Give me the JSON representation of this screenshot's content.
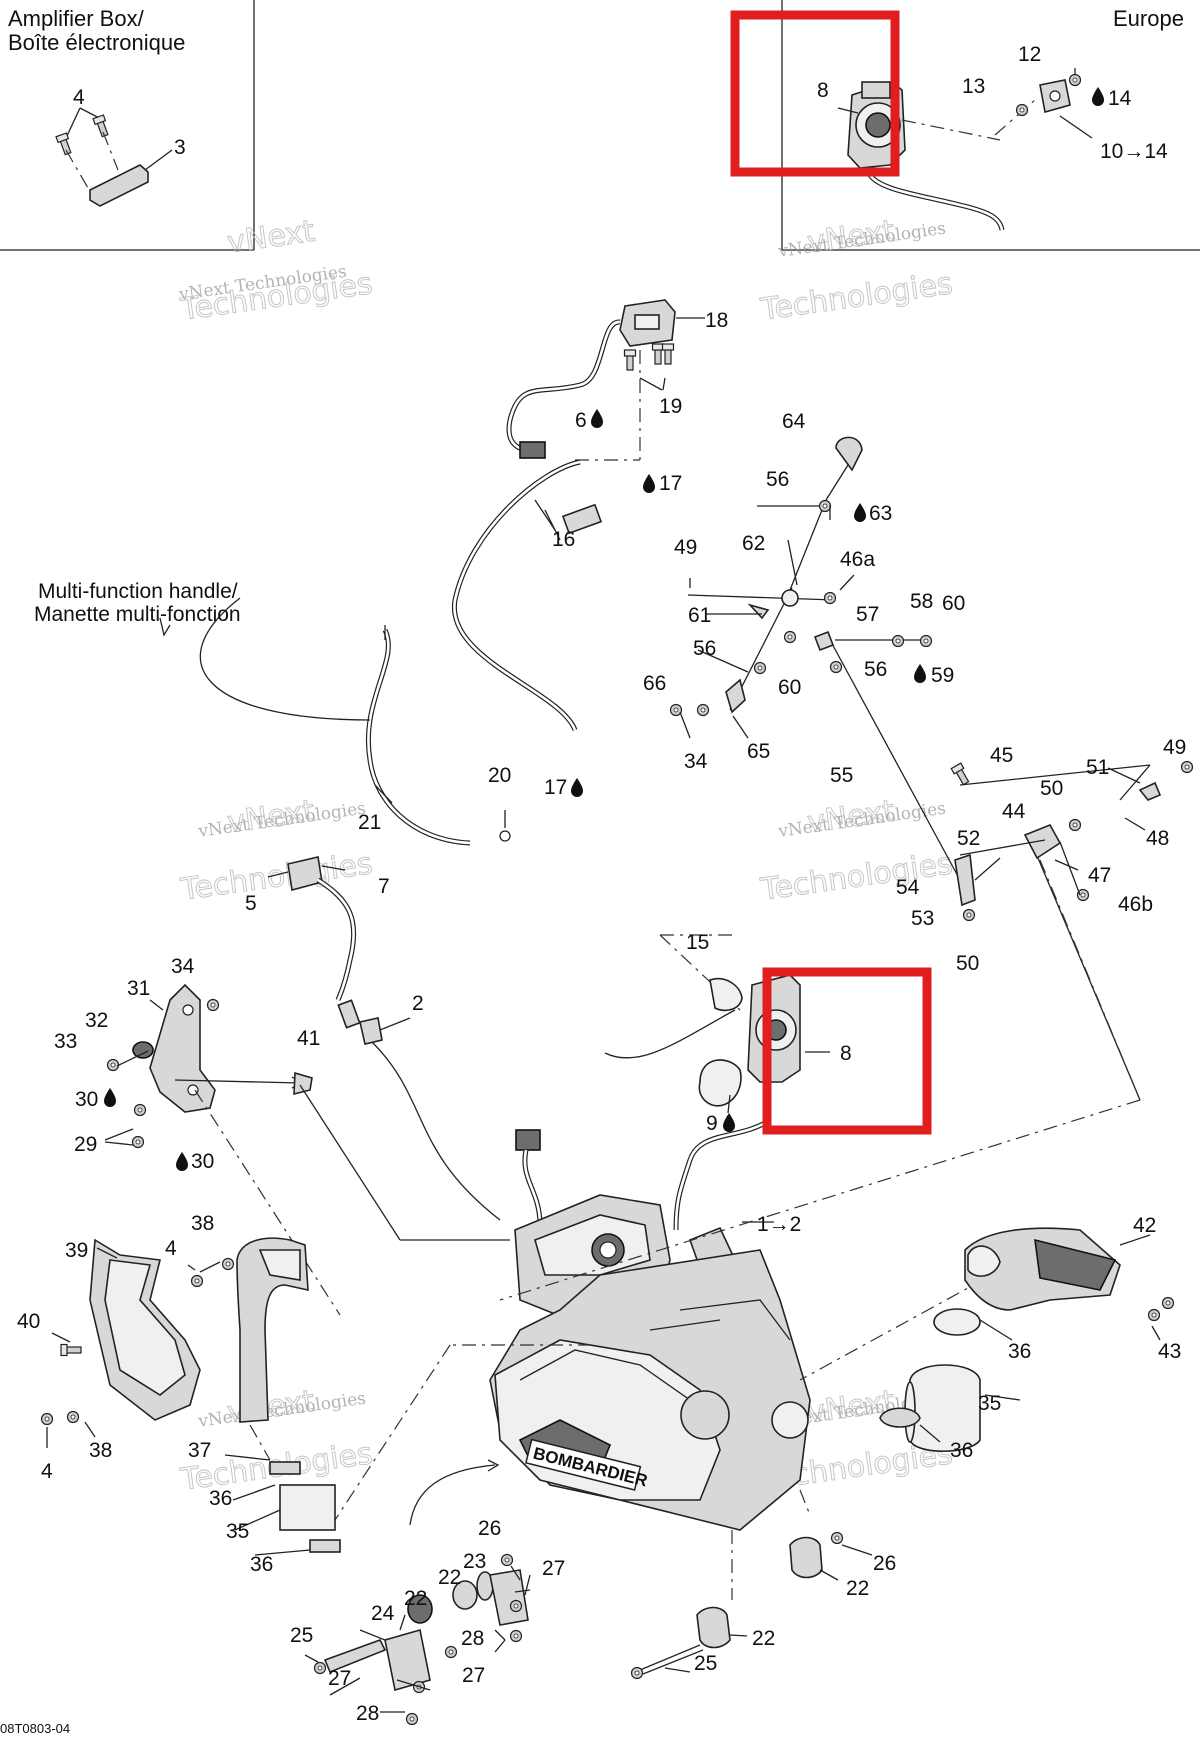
{
  "boxes": {
    "amplifier_line1": "Amplifier Box/",
    "amplifier_line2": "Boîte électronique",
    "europe": "Europe"
  },
  "notes": {
    "mf_line1": "Multi-function handle/",
    "mf_line2": "Manette multi-fonction",
    "code": "08T0803-04"
  },
  "watermark": {
    "line1": "vNext Technologies",
    "line2": "vNext",
    "line3": "Technologies"
  },
  "callouts": {
    "c4a": "4",
    "c3": "3",
    "c8top": "8",
    "c12": "12",
    "c13": "13",
    "c14": "14",
    "c10to14": "10→14",
    "c18": "18",
    "c19": "19",
    "c6": "6",
    "c17a": "17",
    "c16": "16",
    "c64": "64",
    "c56a": "56",
    "c63": "63",
    "c49a": "49",
    "c62": "62",
    "c46a": "46a",
    "c61": "61",
    "c57": "57",
    "c58": "58",
    "c60a": "60",
    "c56b": "56",
    "c56c": "56",
    "c60b": "60",
    "c59": "59",
    "c66": "66",
    "c34a": "34",
    "c65": "65",
    "c55": "55",
    "c20": "20",
    "c17b": "17",
    "c21": "21",
    "c45": "45",
    "c49b": "49",
    "c51": "51",
    "c50a": "50",
    "c44": "44",
    "c48": "48",
    "c52": "52",
    "c47": "47",
    "c54": "54",
    "c53": "53",
    "c46b": "46b",
    "c50b": "50",
    "c5": "5",
    "c7": "7",
    "c2": "2",
    "c15": "15",
    "c8mid": "8",
    "c9": "9",
    "c34b": "34",
    "c31": "31",
    "c32": "32",
    "c33": "33",
    "c41": "41",
    "c30a": "30",
    "c29": "29",
    "c30b": "30",
    "c1to2": "1→2",
    "c42": "42",
    "c43": "43",
    "c36a": "36",
    "c35a": "35",
    "c36b": "36",
    "c39": "39",
    "c38a": "38",
    "c4b": "4",
    "c40": "40",
    "c4c": "4",
    "c38b": "38",
    "c37": "37",
    "c36c": "36",
    "c35b": "35",
    "c36d": "36",
    "c26a": "26",
    "c23": "23",
    "c27a": "27",
    "c22a": "22",
    "c22b": "22",
    "c24": "24",
    "c28a": "28",
    "c25a": "25",
    "c27b": "27",
    "c27c": "27",
    "c28b": "28",
    "c26b": "26",
    "c22c": "22",
    "c22d": "22",
    "c25b": "25"
  },
  "colors": {
    "highlight": "#e01e1e",
    "ink": "#111111"
  }
}
